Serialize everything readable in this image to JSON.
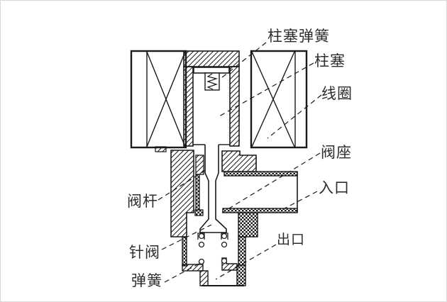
{
  "diagram": {
    "type": "solenoid-needle-valve-cross-section",
    "background_color": "#ffffff",
    "line_color": "#1a1a1a",
    "label_color": "#2d2d2d",
    "labels": {
      "plunger_spring": "柱塞弹簧",
      "plunger": "柱塞",
      "coil": "线圈",
      "valve_seat": "阀座",
      "inlet": "入口",
      "valve_stem": "阀杆",
      "needle_valve": "针阀",
      "spring": "弹簧",
      "outlet": "出口"
    }
  }
}
